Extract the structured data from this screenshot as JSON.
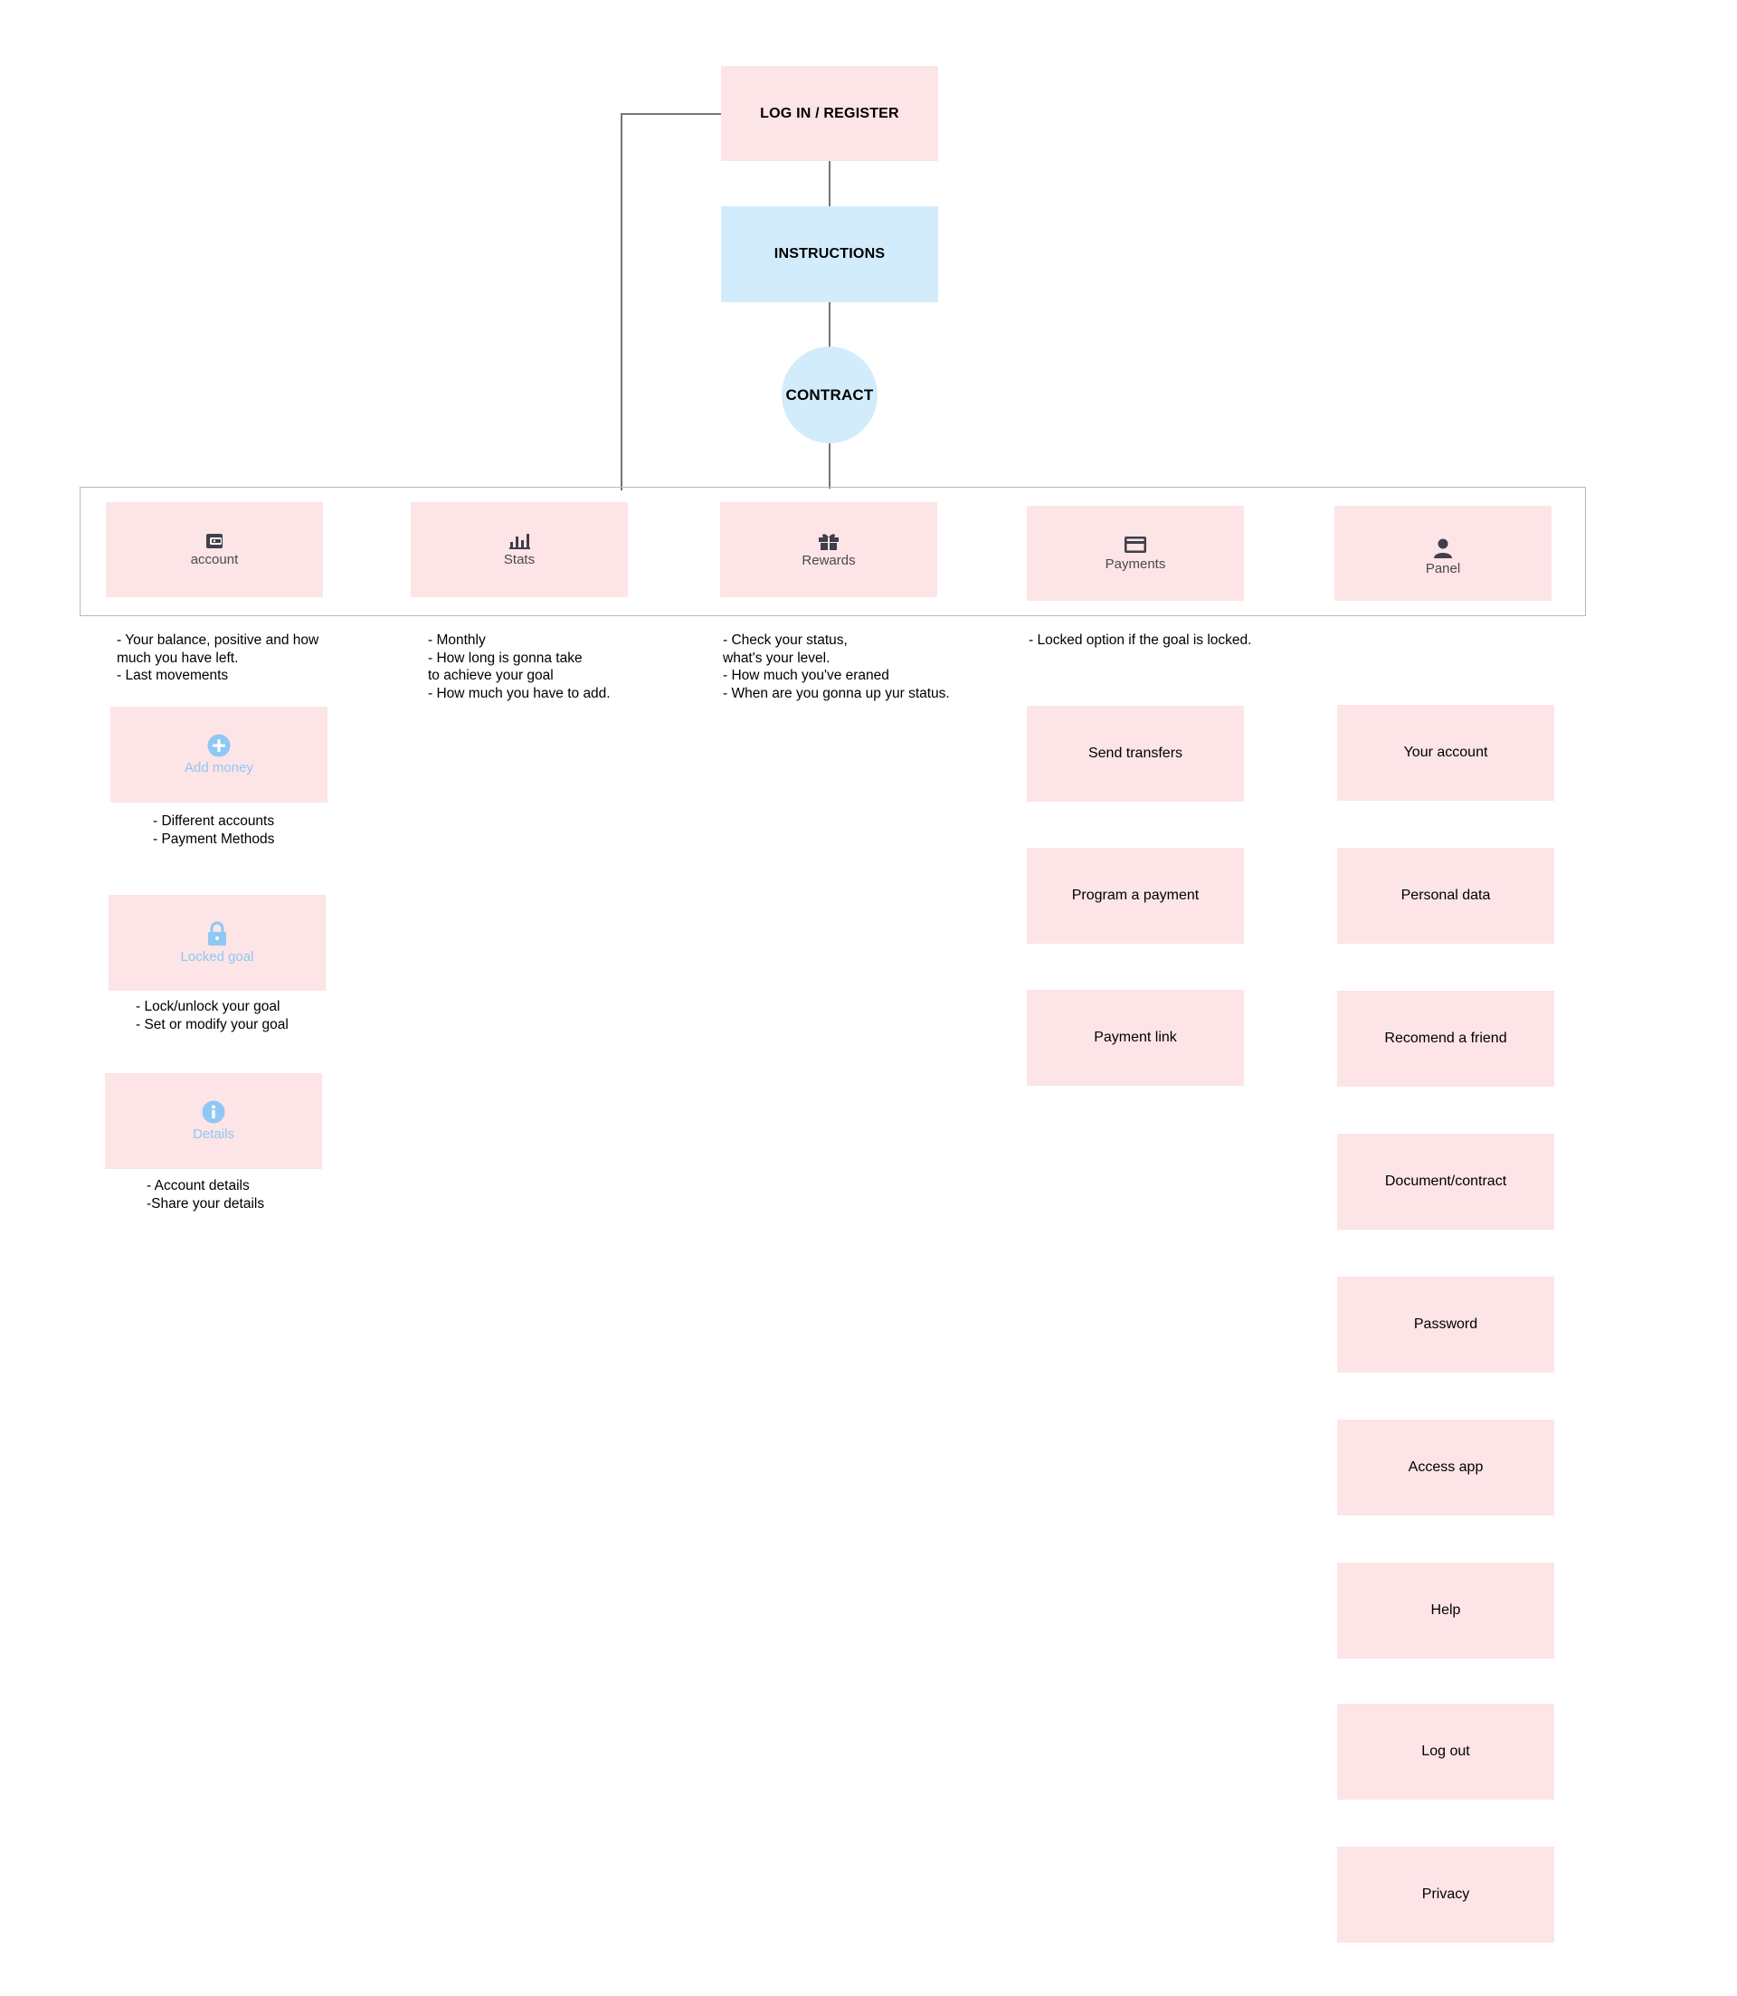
{
  "flow": {
    "login": "LOG IN / REGISTER",
    "instructions": "INSTRUCTIONS",
    "contract": "CONTRACT"
  },
  "nav": [
    {
      "label": "account",
      "icon": "wallet-icon"
    },
    {
      "label": "Stats",
      "icon": "bar-chart-icon"
    },
    {
      "label": "Rewards",
      "icon": "gift-icon"
    },
    {
      "label": "Payments",
      "icon": "credit-card-icon"
    },
    {
      "label": "Panel",
      "icon": "user-icon"
    }
  ],
  "notes": {
    "account": "- Your balance, positive and how\nmuch you have left.\n- Last movements",
    "stats": "- Monthly\n- How long is gonna take\nto achieve your goal\n- How much you have to add.",
    "rewards": "- Check your status,\nwhat's your level.\n- How much you've eraned\n- When are you gonna up yur status.",
    "payments": "- Locked option if the goal is locked.",
    "add_money": "- Different accounts\n- Payment Methods",
    "locked_goal": "- Lock/unlock your goal\n- Set or modify your goal",
    "details": "- Account details\n-Share your details"
  },
  "account_sub": [
    {
      "label": "Add money",
      "icon": "plus-circle-icon"
    },
    {
      "label": "Locked goal",
      "icon": "lock-icon"
    },
    {
      "label": "Details",
      "icon": "info-icon"
    }
  ],
  "payments_sub": [
    "Send transfers",
    "Program a payment",
    "Payment link"
  ],
  "panel_sub": [
    "Your account",
    "Personal data",
    "Recomend a friend",
    "Document/contract",
    "Password",
    "Access app",
    "Help",
    "Log out",
    "Privacy"
  ],
  "colors": {
    "pink_box": "#fde4e6",
    "blue_box": "#d3ecfb",
    "icon_dark": "#3e3f4a",
    "icon_blue": "#8ec8f4",
    "connector": "#757575"
  }
}
